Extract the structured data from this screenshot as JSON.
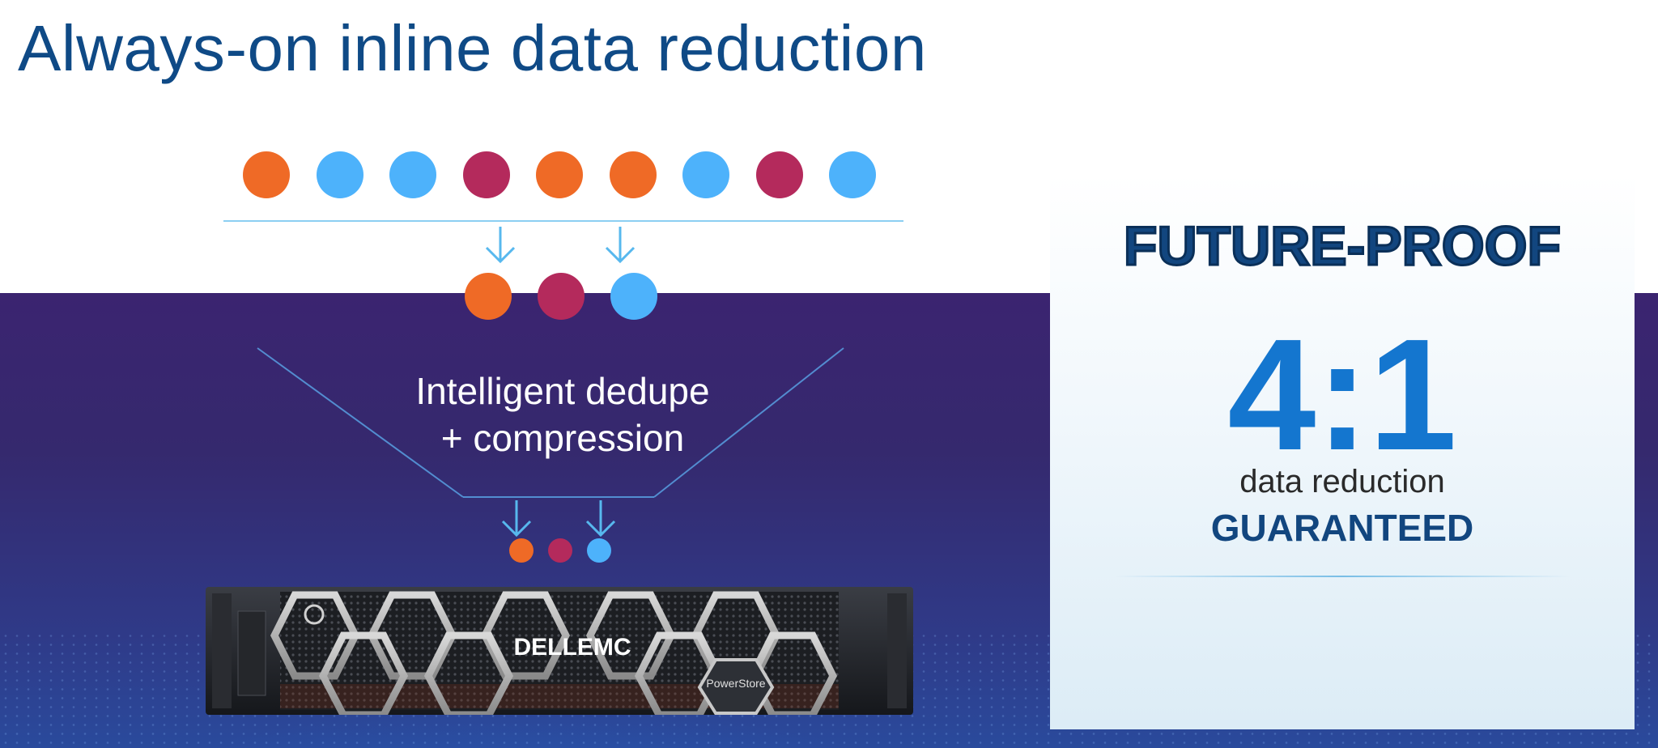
{
  "slide": {
    "title": "Always-on inline data reduction"
  },
  "colors": {
    "orange": "#ef6a26",
    "blue": "#4db2fb",
    "magenta": "#b42a5c",
    "arrow": "#57b8ee",
    "title": "#0f4a86",
    "ratio": "#1476cf"
  },
  "input_blocks": [
    "orange",
    "blue",
    "blue",
    "magenta",
    "orange",
    "orange",
    "blue",
    "magenta",
    "blue"
  ],
  "deduped_blocks": [
    "orange",
    "magenta",
    "blue"
  ],
  "compressed_blocks": [
    "orange",
    "magenta",
    "blue"
  ],
  "funnel": {
    "line1": "Intelligent dedupe",
    "line2": "+ compression"
  },
  "appliance": {
    "brand": "DELLEMC",
    "model": "PowerStore"
  },
  "guarantee": {
    "heading": "FUTURE-PROOF",
    "ratio": "4:1",
    "label": "data reduction",
    "emphasis": "GUARANTEED"
  }
}
